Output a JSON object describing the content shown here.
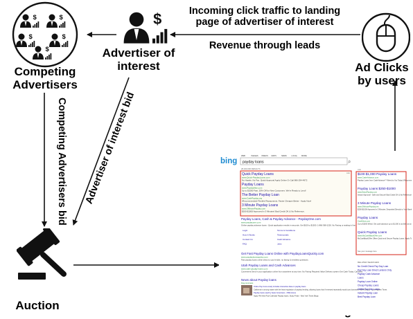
{
  "labels": {
    "competing_advertisers": "Competing\nAdvertisers",
    "advertiser_of_interest": "Advertiser of\ninterest",
    "ad_clicks": "Ad Clicks\nby users",
    "auction": "Auction",
    "ad_ranking": "Ad Ranking",
    "incoming_traffic": "Incoming click traffic to landing\npage of advertiser of interest",
    "revenue": "Revenue through leads",
    "competing_bid": "Competing Advertisers bid",
    "interest_bid": "Advertiser of interest bid"
  },
  "icon_glyph": "$",
  "serp": {
    "logo": "bing",
    "nav": [
      "WEB",
      "IMAGES",
      "VIDEOS",
      "MAPS",
      "NEWS",
      "LOCAL",
      "MORE"
    ],
    "query": "payday loans",
    "results_count": "28,400,000 RESULTS",
    "ads_tag": "Ads",
    "top_ads": [
      {
        "title": "Quick Payday Loans",
        "url": "www.Quick-PaydayLoans.com",
        "desc": "No Hassle, No Fax. Quick Approval Apply Online Or Call 866-294-4972"
      },
      {
        "title": "Payday Loans",
        "url": "www.PaydayMax.com",
        "desc": "Up to $1500 Fast. 20% Off for New Customers. We're Ready to Lend!"
      },
      {
        "title": "The Better Payday Loan",
        "url": "www.CashPayday.org",
        "desc": "(Recommended) Flexible Repayments. Faster Cheaper Better - Apply Now!"
      },
      {
        "title": "3 Minute Payday Loans",
        "url": "www.3MinutePayday.com",
        "desc": "$200-$1000 Approved in 3 Minutes! Bad Credit OK & No Reference."
      }
    ],
    "organic": [
      {
        "title": "Payday Loans, Cash & Payday Advance - PaydayOne.com",
        "url": "www.paydayone.com",
        "desc": "Online payday advance loans - Quick application results in seconds. Get $100 to $1500. 1-866-368-1226. No Faxing or waiting in line at PaydayOne.com.",
        "links": [
          "Login",
          "Terms & Conditions",
          "How It Works",
          "Testimonials",
          "Contact Us",
          "Cash Advance",
          "FAQ",
          "Jobs"
        ]
      },
      {
        "title": "Get Fast Payday Loans Online with PaydayLoansQuicky.com",
        "url": "www.paydayloansquicky.com",
        "desc": "Fast payday loans online direct to your lender, no faxing & needless questions."
      },
      {
        "title": "Utah Payday Loans and Cash Advances",
        "url": "www.utah-payday-loans.com",
        "desc": "Convenient Send in your application online from anywhere at any time. No Faxing Required Value Delivery system Get Cash Today. Call Now."
      }
    ],
    "news": {
      "heading": "News about Payday loans",
      "source": "bing.com/news",
      "items": [
        "Online Pay Come study includes interactive data on payday loans",
        "California is among states with the least regulation of payday lending, allowing loans that if renewed repeatedly would cost borrowers 459% annual - Los Angeles Times",
        "Payday loans used by fewer Americans - NWA Home",
        "Apply 4% New Pool Calendar Payday loans, Study Finds - New York Times Blogs"
      ]
    },
    "side_ads": [
      {
        "title": "$100-$1,000 Payday Loans",
        "url": "www.CashAdvance.com",
        "desc": "Payday Loans from CashAdvance™ Wired to You Today! (Recommended Site)"
      },
      {
        "title": "Payday Loans $250-$1000",
        "url": "www.EasyPayday.com",
        "desc": "Instant Approval - Safe and Secure! Bad Credit OK & No Reference!"
      },
      {
        "title": "3 Minute Payday Loans",
        "url": "www.3MinutePayday.net",
        "desc": "$200-$1000 Approved in 3 Minutes. Deposited Directly to Your Bank!"
      },
      {
        "title": "Payday Loans",
        "url": "CashNow.com",
        "desc": "Up to $1000 Wired. Get cash advance up to $1,000 in as little as an hour in Utah. Apply now!"
      },
      {
        "title": "Quick Payday Loans",
        "url": "www.MyCashBackOffer.com",
        "desc": "MyCashBackOffer Offers Quick and Secure Payday Loans. Apply Today!"
      }
    ],
    "see_your_message": "See your message here",
    "related_heading": "RELATED SEARCHES",
    "related": [
      "No Credit Check Pay Day Loan",
      "Pay Day Loan Direct Lenders Only",
      "Payday Cash Advance",
      "Loans",
      "Payday Loan Online",
      "Cheap Payday Loans",
      "Online Pay Day Loans",
      "Instant Payday Loan",
      "Best Payday Loan"
    ]
  },
  "colors": {
    "red_box": "#d9342b",
    "link_blue": "#1a0dab",
    "url_green": "#1f8f3a",
    "bing_blue": "#1e8bd1",
    "icon_black": "#111111"
  }
}
